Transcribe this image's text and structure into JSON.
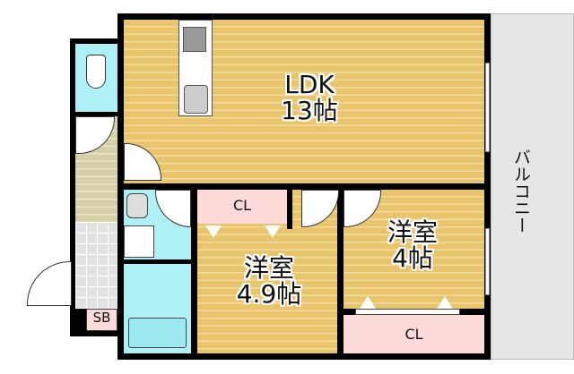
{
  "rooms": {
    "ldk": {
      "name": "LDK",
      "size": "13帖"
    },
    "western_a": {
      "name": "洋室",
      "size": "4.9帖"
    },
    "western_b": {
      "name": "洋室",
      "size": "4帖"
    },
    "closet_a": "CL",
    "closet_b": "CL",
    "shoe_box": "SB",
    "balcony": "バルコニー"
  },
  "colors": {
    "floor": "#e8c46c",
    "wet_area": "#aef0f6",
    "closet": "#fcdada",
    "balcony": "#e6e6e6"
  }
}
